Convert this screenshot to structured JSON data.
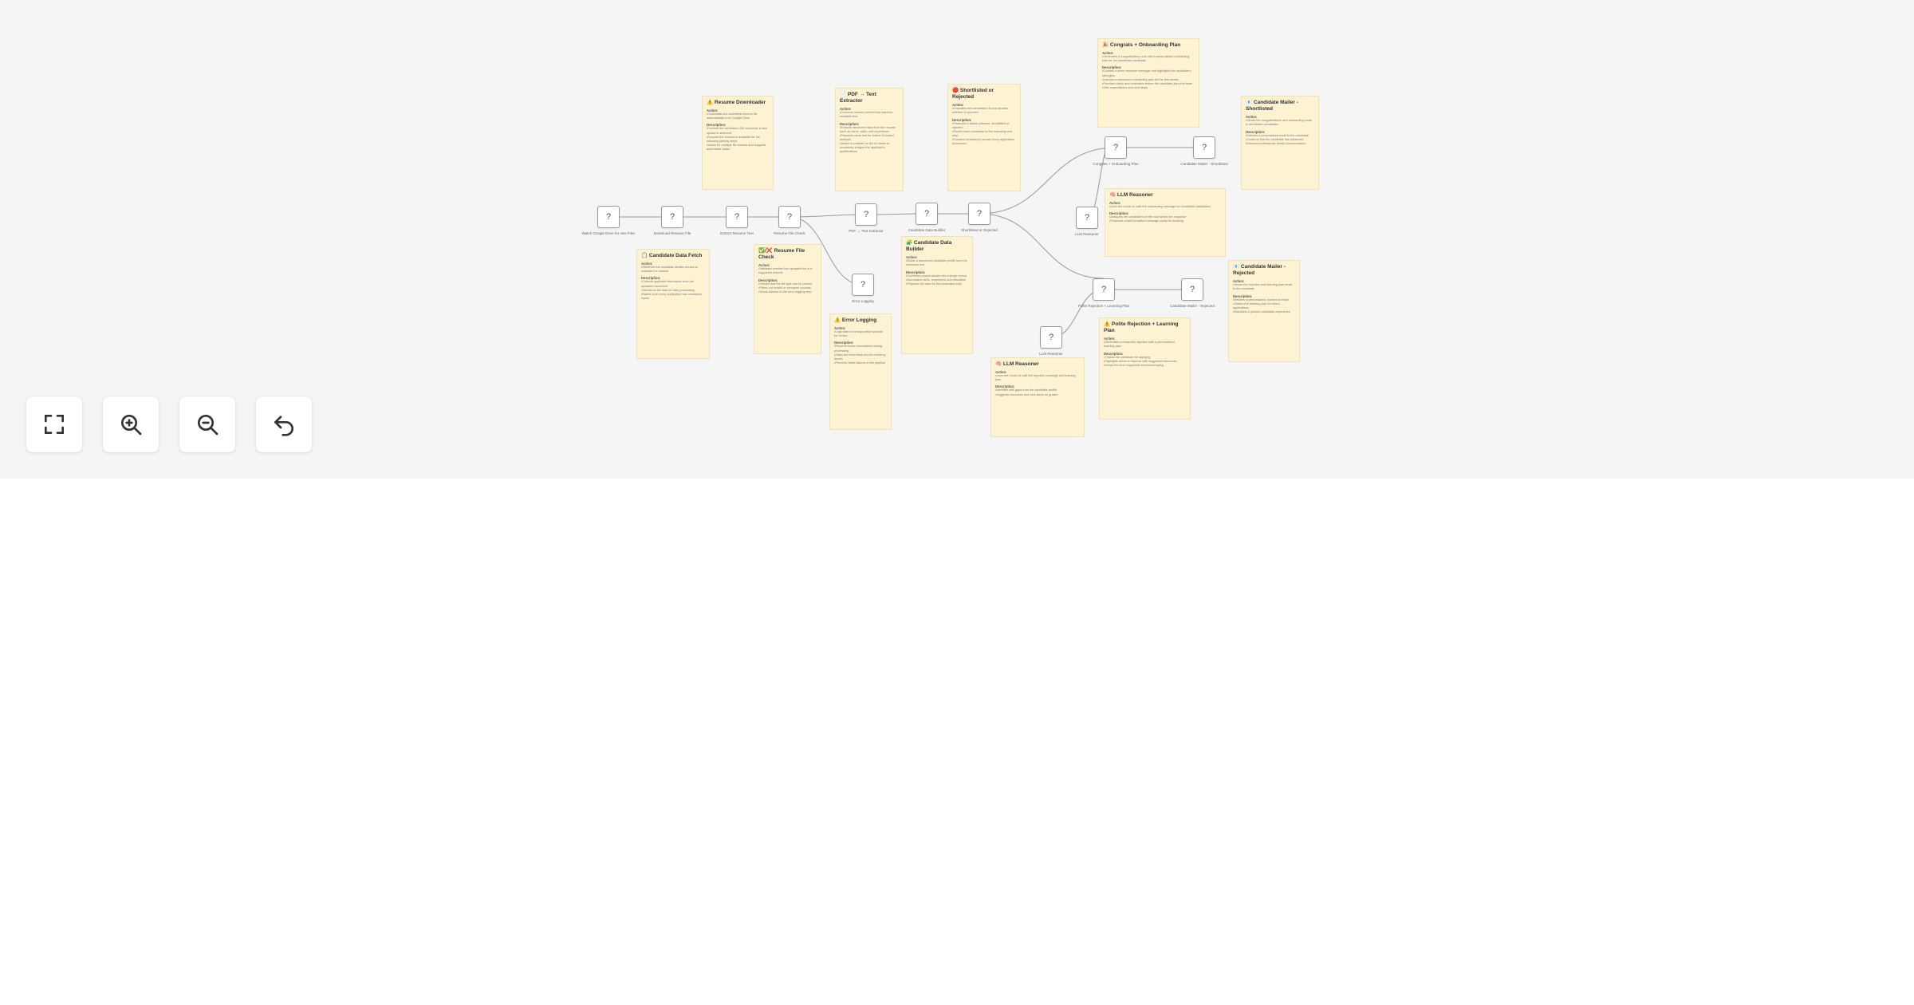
{
  "nodes": [
    {
      "id": "n1",
      "label": "Watch Google Drive for new Files"
    },
    {
      "id": "n2",
      "label": "Download Resume File"
    },
    {
      "id": "n3",
      "label": "Extract Resume Text"
    },
    {
      "id": "n4",
      "label": "Resume File Check"
    },
    {
      "id": "n5",
      "label": "PDF → Text Extractor"
    },
    {
      "id": "n6",
      "label": "Candidate Data Builder"
    },
    {
      "id": "n7",
      "label": "Shortlisted or Rejected"
    },
    {
      "id": "n8",
      "label": "Error Logging"
    },
    {
      "id": "n9",
      "label": "LLM Reasoner"
    },
    {
      "id": "n10",
      "label": "Congrats + Onboarding Plan"
    },
    {
      "id": "n11",
      "label": "Candidate Mailer - Shortlisted"
    },
    {
      "id": "n12",
      "label": "LLM Reasoner"
    },
    {
      "id": "n13",
      "label": "Polite Rejection + Learning Plan"
    },
    {
      "id": "n14",
      "label": "Candidate Mailer - Rejected"
    }
  ],
  "notes": [
    {
      "title": "⚠️ Resume Downloader",
      "action_label": "Action:",
      "actions": [
        "Downloads the submitted resume file automatically from Google Drive"
      ],
      "desc_label": "Description:",
      "descriptions": [
        "Fetches the candidate's file whenever a new upload is detected",
        "Ensures the resume is available for the following parsing steps",
        "Works for multiple file formats and supports automated intake"
      ]
    },
    {
      "title": "📄 PDF → Text Extractor",
      "action_label": "Action:",
      "actions": [
        "Converts resume content into machine-readable text"
      ],
      "desc_label": "Description:",
      "descriptions": [
        "Extracts structured data from the resume such as name, skills, and experience",
        "Prepares clean text for further AI-based analysis",
        "Makes it possible for the AI model to accurately analyze the applicant's qualifications"
      ]
    },
    {
      "title": "🔴 Shortlisted or Rejected",
      "action_label": "Action:",
      "actions": [
        "Evaluates the candidate's fit and decides whether to proceed"
      ],
      "desc_label": "Description:",
      "descriptions": [
        "Produces a status outcome: shortlisted or rejected",
        "Routes each candidate to the matching next step",
        "Ensures consistency across every application processed"
      ]
    },
    {
      "title": "🎉 Congrats + Onboarding Plan",
      "action_label": "Action:",
      "actions": [
        "Generates a congratulatory note with a personalized onboarding plan for the shortlisted candidate"
      ],
      "desc_label": "Description:",
      "descriptions": [
        "Creates a warm welcome message that highlights the candidate's strengths",
        "Includes a structured onboarding plan for the first weeks",
        "Provides clarity and motivation before the candidate joins the team",
        "Sets expectations and next steps"
      ]
    },
    {
      "title": "📧 Candidate Mailer - Shortlisted",
      "action_label": "Action:",
      "actions": [
        "Sends the congratulations and onboarding email to shortlisted candidates"
      ],
      "desc_label": "Description:",
      "descriptions": [
        "Delivers a personalized email to the candidate",
        "Confirms that the candidate has advanced",
        "Ensures professional, timely communication"
      ]
    },
    {
      "title": "🧠 LLM Reasoner",
      "action_label": "Action:",
      "actions": [
        "Uses the model to craft the onboarding message for shortlisted candidates"
      ],
      "desc_label": "Description:",
      "descriptions": [
        "Analyzes the candidate's profile and tailors the response",
        "Produces a well-formatted message ready for emailing"
      ]
    },
    {
      "title": "📋 Candidate Data Fetch",
      "action_label": "Action:",
      "actions": [
        "Retrieves the candidate details needed to evaluate the resume"
      ],
      "desc_label": "Description:",
      "descriptions": [
        "Collects applicant information from the uploaded document",
        "Structures the data for later processing",
        "Makes sure every application has consistent inputs"
      ]
    },
    {
      "title": "✅/❌ Resume File Check",
      "action_label": "Action:",
      "actions": [
        "Validates whether the uploaded file is a supported resume"
      ],
      "desc_label": "Description:",
      "descriptions": [
        "Checks that the file type can be parsed",
        "Filters out invalid or corrupted uploads",
        "Sends failures to the error logging step"
      ]
    },
    {
      "title": "⚠️ Error Logging",
      "action_label": "Action:",
      "actions": [
        "Logs failed or unsupported uploads for review"
      ],
      "desc_label": "Description:",
      "descriptions": [
        "Records errors encountered during processing",
        "Helps the team track and fix recurring issues",
        "Prevents silent failures in the pipeline"
      ]
    },
    {
      "title": "🧩 Candidate Data Builder",
      "action_label": "Action:",
      "actions": [
        "Builds a structured candidate profile from the extracted text"
      ],
      "desc_label": "Description:",
      "descriptions": [
        "Combines parsed details into a single record",
        "Normalizes skills, experience and education",
        "Prepares the data for the evaluation step"
      ]
    },
    {
      "title": "🧠 LLM Reasoner",
      "action_label": "Action:",
      "actions": [
        "Uses the model to craft the rejection message and learning plan"
      ],
      "desc_label": "Description:",
      "descriptions": [
        "Identifies skill gaps from the candidate profile",
        "Suggests resources and next steps for growth"
      ]
    },
    {
      "title": "⚠️ Polite Rejection + Learning Plan",
      "action_label": "Action:",
      "actions": [
        "Generates a respectful rejection with a personalized learning plan"
      ],
      "desc_label": "Description:",
      "descriptions": [
        "Thanks the candidate for applying",
        "Highlights areas to improve with suggested resources",
        "Keeps the tone supportive and encouraging"
      ]
    },
    {
      "title": "📧 Candidate Mailer - Rejected",
      "action_label": "Action:",
      "actions": [
        "Sends the rejection and learning plan email to the candidate"
      ],
      "desc_label": "Description:",
      "descriptions": [
        "Delivers a personalized, courteous email",
        "Shares the learning plan for future applications",
        "Maintains a positive candidate experience"
      ]
    }
  ],
  "controls": [
    {
      "name": "fit-view-button",
      "icon": "fullscreen-icon"
    },
    {
      "name": "zoom-in-button",
      "icon": "zoom-in-icon"
    },
    {
      "name": "zoom-out-button",
      "icon": "zoom-out-icon"
    },
    {
      "name": "reset-view-button",
      "icon": "undo-icon"
    }
  ],
  "node_placeholder": "?",
  "colors": {
    "canvas": "#f5f5f5",
    "note": "#fdf3d3",
    "edge": "#9a9a9a"
  }
}
